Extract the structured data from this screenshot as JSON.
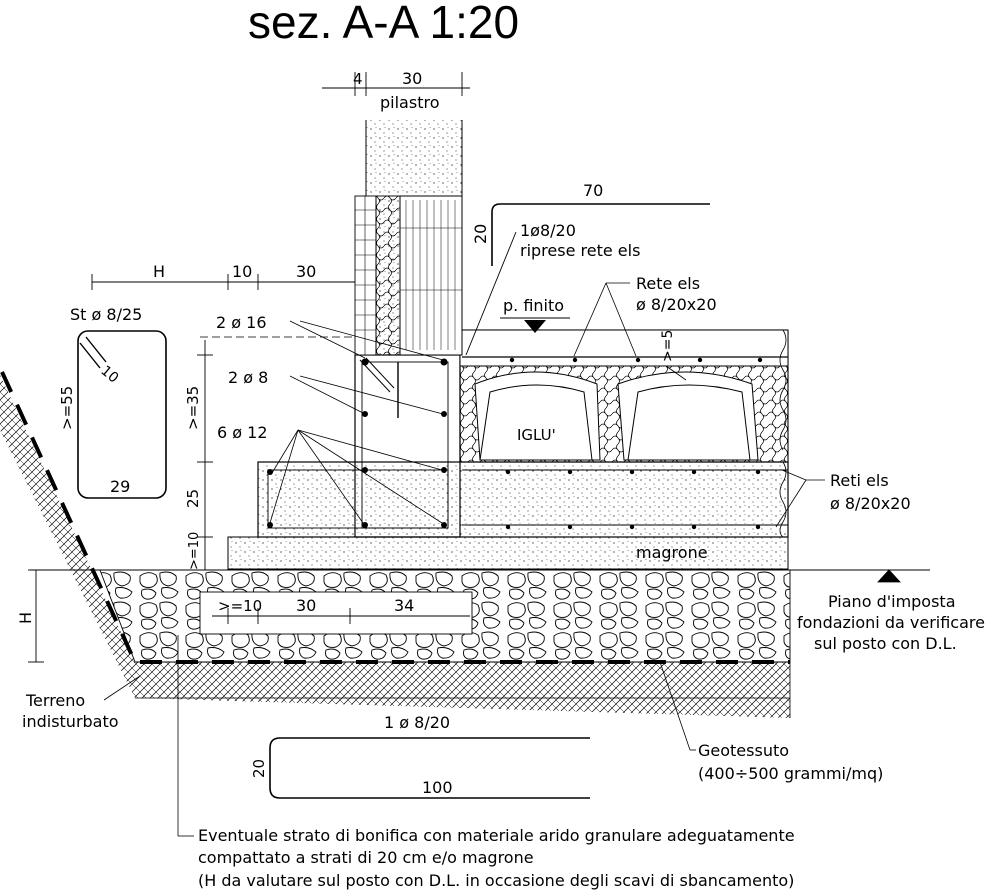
{
  "title": "sez. A-A  1:20",
  "pillar": {
    "dim_left": "4",
    "dim_right": "30",
    "label": "pilastro"
  },
  "rebar_top": {
    "length": "70",
    "hook": "20",
    "spec": "1ø8/20",
    "desc": "riprese rete els"
  },
  "dims_left": {
    "h": "H",
    "d10": "10",
    "d30": "30",
    "d35": ">=35",
    "d25": "25",
    "d10b": ">=10"
  },
  "stirrup": {
    "spec": "St  ø  8/25",
    "hook": "10",
    "height": ">=55",
    "width": "29"
  },
  "bars": {
    "b16": "2  ø  16",
    "b8": "2  ø  8",
    "b12": "6  ø  12"
  },
  "finish": {
    "label": "p. finito"
  },
  "mesh_top": {
    "label": "Rete  els",
    "spec": "ø  8/20x20",
    "cover": ">=5"
  },
  "iglu": {
    "label": "IGLU'"
  },
  "mesh_bottom": {
    "label": "Reti  els",
    "spec": "ø  8/20x20"
  },
  "lean": {
    "label": "magrone"
  },
  "plane": {
    "line1": "Piano  d'imposta",
    "line2": "fondazioni  da  verificare",
    "line3": "sul  posto  con  D.L."
  },
  "gravel": {
    "h": "H",
    "d1": ">=10",
    "d2": "30",
    "d3": "34"
  },
  "soil": {
    "line1": "Terreno",
    "line2": "indisturbato"
  },
  "rebar_bottom": {
    "spec": "1  ø  8/20",
    "hook": "20",
    "length": "100"
  },
  "geo": {
    "line1": "Geotessuto",
    "line2": "(400÷500  grammi/mq)"
  },
  "note": {
    "line1": "Eventuale  strato  di  bonifica  con  materiale  arido  granulare  adeguatamente",
    "line2": "compattato  a  strati  di  20  cm  e/o  magrone",
    "line3": "(H  da  valutare  sul  posto  con  D.L.  in  occasione  degli  scavi  di  sbancamento)"
  }
}
